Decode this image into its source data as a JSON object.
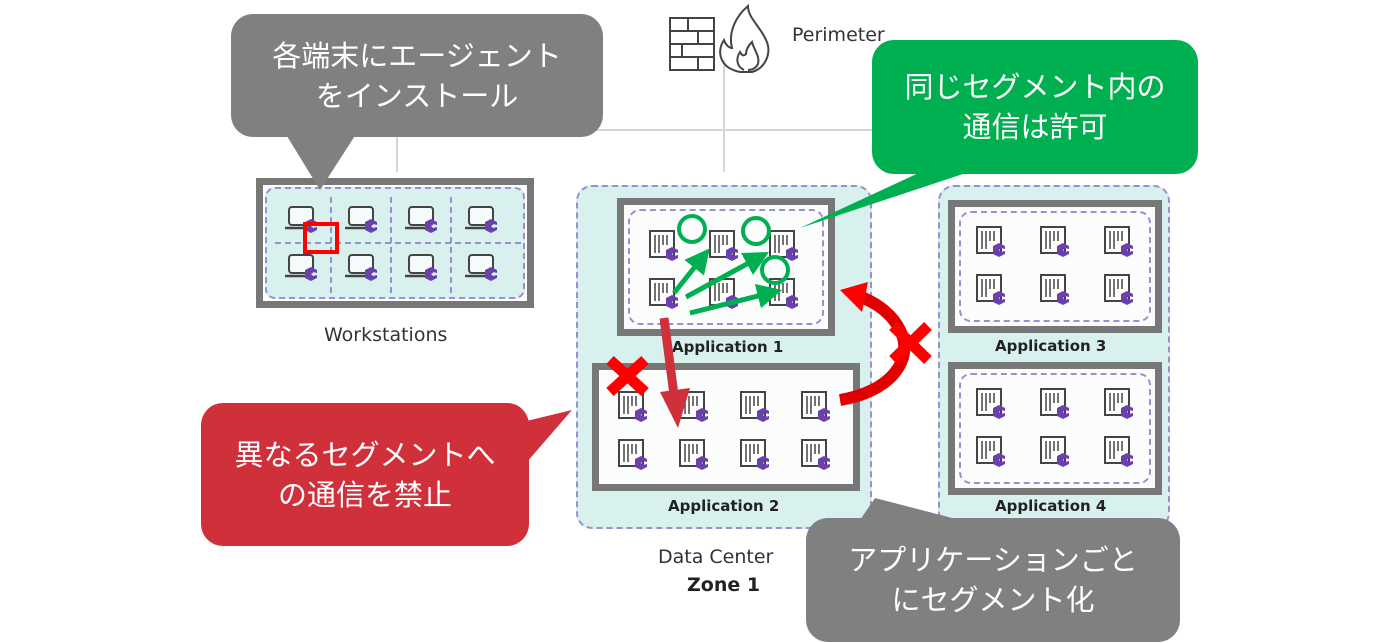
{
  "perimeter": {
    "label": "Perimeter",
    "icon": "firewall-icon"
  },
  "workstations": {
    "label": "Workstations",
    "device_count": 8,
    "device_icon": "laptop-agent-icon"
  },
  "data_center": {
    "label": "Data Center",
    "zone": "Zone 1",
    "applications": [
      {
        "label": "Application 1",
        "servers": 6
      },
      {
        "label": "Application 2",
        "servers": 8
      },
      {
        "label": "Application 3",
        "servers": 6
      },
      {
        "label": "Application 4",
        "servers": 6
      }
    ]
  },
  "callouts": {
    "install_agent": {
      "line1": "各端末にエージェント",
      "line2": "をインストール",
      "color": "#808080"
    },
    "allow_same_segment": {
      "line1": "同じセグメント内の",
      "line2": "通信は許可",
      "color": "#00b050"
    },
    "deny_other_segment": {
      "line1": "異なるセグメントへ",
      "line2": "の通信を禁止",
      "color": "#d0303a"
    },
    "segment_per_app": {
      "line1": "アプリケーションご​と",
      "line2": "にセグメント化",
      "color": "#808080"
    }
  },
  "colors": {
    "allow": "#00b050",
    "deny": "#ff0000",
    "deny_arrow": "#d0303a",
    "agent": "#6b3fb0",
    "zone_fill": "#d9f1ee"
  }
}
